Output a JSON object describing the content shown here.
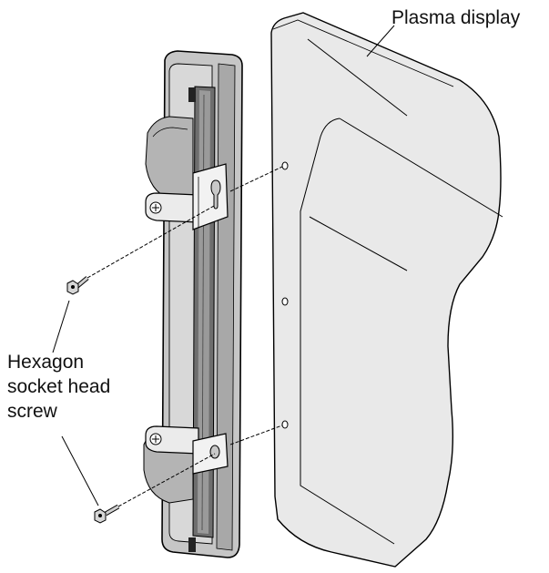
{
  "labels": {
    "plasma_display": "Plasma display",
    "screw_lines": [
      "Hexagon",
      "socket head",
      "screw"
    ]
  },
  "colors": {
    "panel_fill": "#e9e9e9",
    "unit_fill": "#c8c8c8",
    "unit_dark": "#8c8c8c",
    "rail": "#6e6e6e",
    "outline": "#000000"
  },
  "icons": [
    "plasma-display-panel",
    "speaker-unit",
    "mounting-bracket",
    "hexagon-socket-screw"
  ]
}
